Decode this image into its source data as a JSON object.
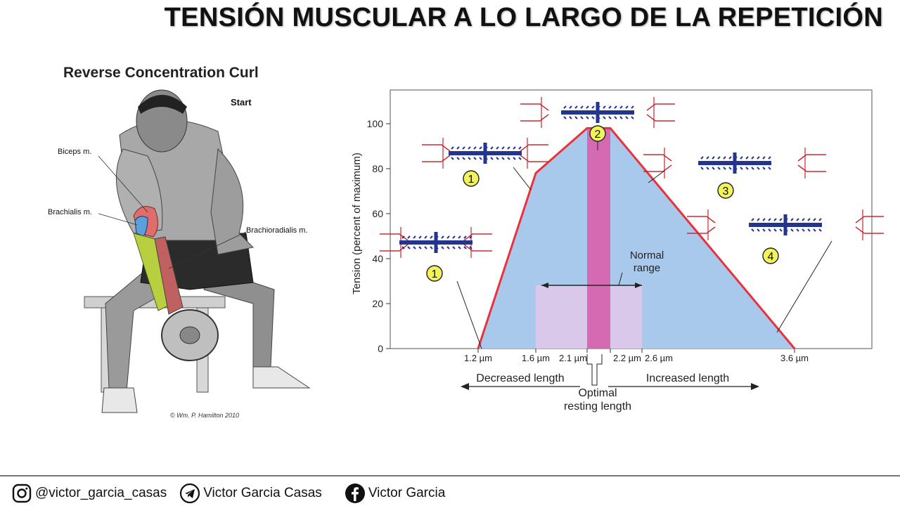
{
  "slide": {
    "title": "TENSIÓN MUSCULAR A LO LARGO DE LA REPETICIÓN"
  },
  "illustration": {
    "title": "Reverse Concentration Curl",
    "start_label": "Start",
    "labels": {
      "biceps": "Biceps m.",
      "brachialis": "Brachialis m.",
      "brachioradialis": "Brachioradialis m."
    },
    "copyright": "© Wm. P. Hamilton 2010",
    "colors": {
      "biceps": "#e06d6d",
      "brachialis": "#5aa0e0",
      "brachioradialis": "#b8d040"
    }
  },
  "chart_data": {
    "type": "area",
    "ylabel": "Tension (percent of maximum)",
    "yticks": [
      0,
      20,
      40,
      60,
      80,
      100
    ],
    "ylim": [
      0,
      115
    ],
    "x": [
      "1.2 µm",
      "1.6 µm",
      "2.1 µm",
      "2.2 µm",
      "3.6 µm"
    ],
    "y": [
      0,
      78,
      98,
      98,
      0
    ],
    "x_tick_labels": [
      "1.2 µm",
      "1.6 µm",
      "2.1 µm",
      "2.2 µm",
      "2.6 µm",
      "3.6 µm"
    ],
    "annotations": {
      "normal_range": [
        "Normal",
        "range"
      ],
      "optimal": [
        "Optimal",
        "resting length"
      ],
      "decreased": "Decreased length",
      "increased": "Increased length"
    },
    "markers": [
      "1",
      "1",
      "2",
      "3",
      "4"
    ],
    "colors": {
      "curve": "#e8323c",
      "fill": "#a9c9ec",
      "optimal_band": "#d66ab2",
      "normal_band": "#e3c8ea",
      "marker": "#f2f25a",
      "sarcomere": "#23358f",
      "filament": "#c7262d"
    }
  },
  "footer": {
    "instagram": "@victor_garcia_casas",
    "telegram": "Victor Garcia Casas",
    "facebook": "Victor Garcia"
  }
}
